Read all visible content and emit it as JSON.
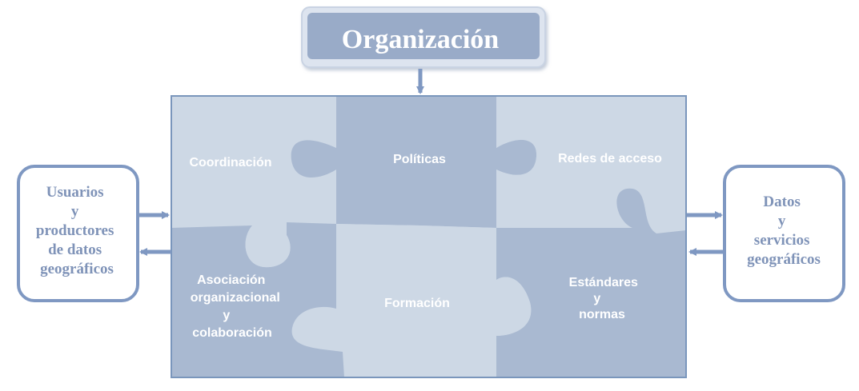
{
  "organization": {
    "title": "Organización"
  },
  "left_box": {
    "lines": [
      "Usuarios",
      "y",
      "productores",
      "de datos",
      "geográficos"
    ]
  },
  "right_box": {
    "lines": [
      "Datos",
      "y",
      "servicios",
      "geográficos"
    ]
  },
  "pieces": {
    "coordinacion": {
      "lines": [
        "Coordinación"
      ]
    },
    "politicas": {
      "lines": [
        "Políticas"
      ]
    },
    "redes": {
      "lines": [
        "Redes de acceso"
      ]
    },
    "asociacion": {
      "lines": [
        "Asociación",
        "organizacional",
        "y",
        "colaboración"
      ]
    },
    "formacion": {
      "lines": [
        "Formación"
      ]
    },
    "estandares": {
      "lines": [
        "Estándares",
        "y",
        "normas"
      ]
    }
  },
  "colors": {
    "dark_piece": "#a9b9d1",
    "light_piece": "#cdd8e5",
    "frame_border": "#7a96bc",
    "box_border": "#7f98c2",
    "box_text": "#7f93b8",
    "arrow": "#7f98c2",
    "org_fill": "#99abc8",
    "org_border": "#c9d3e3",
    "white_text": "#ffffff"
  }
}
